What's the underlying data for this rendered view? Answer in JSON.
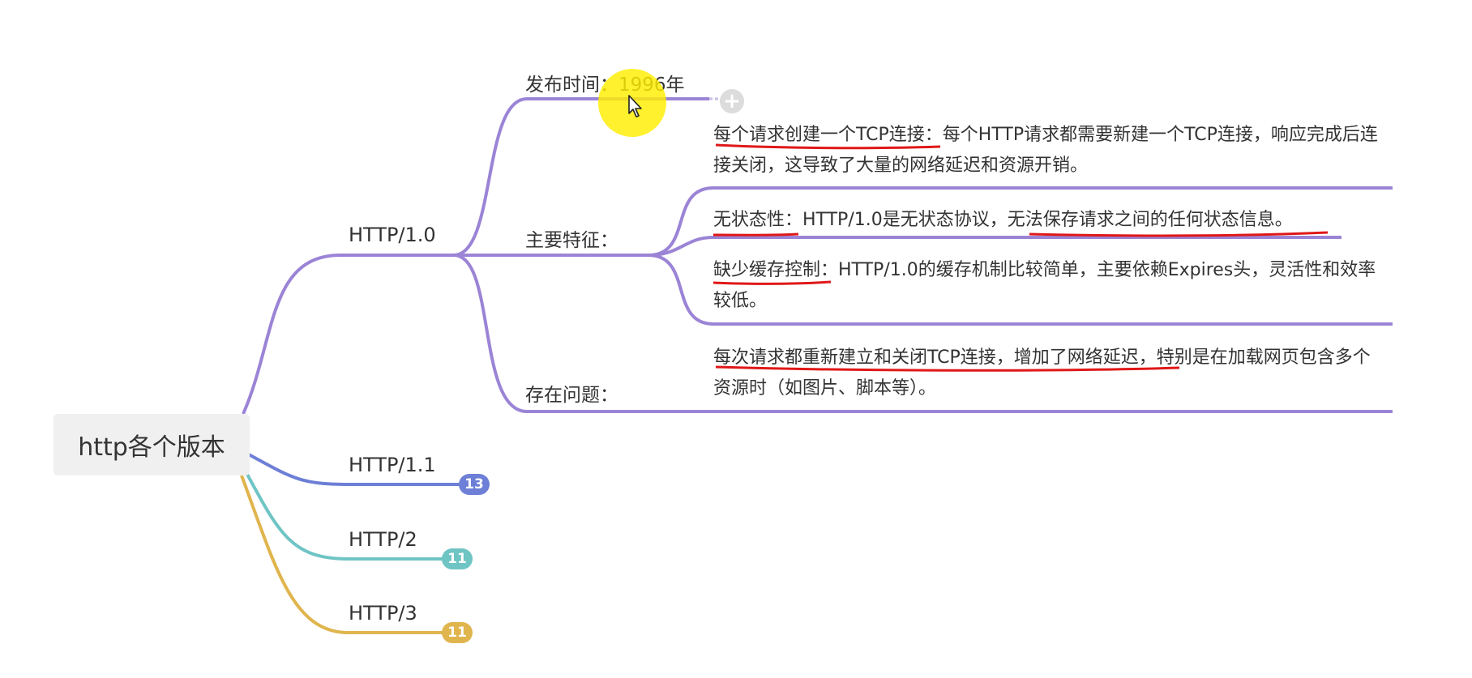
{
  "colors": {
    "http10": "#9b84d6",
    "http11": "#6d7fd6",
    "http2": "#6fc4c4",
    "http3": "#e0b54d",
    "underline": "#e01818",
    "root_bg": "#f0f0f0"
  },
  "root": {
    "label": "http各个版本"
  },
  "http10": {
    "label": "HTTP/1.0",
    "release": {
      "label": "发布时间：1996年"
    },
    "features": {
      "label": "主要特征：",
      "items": [
        {
          "highlight": "每个请求创建一个TCP连接",
          "text": "：每个HTTP请求都需要新建一个TCP连接，响应完成后连接关闭，这导致了大量的网络延迟和资源开销。"
        },
        {
          "highlight": "无状态性",
          "text": "：HTTP/1.0是无状态协议，",
          "highlight2": "无法保存请求之间的任何状态信息",
          "text2": "。"
        },
        {
          "highlight": "缺少缓存控制",
          "text": "：HTTP/1.0的缓存机制比较简单，主要依赖Expires头，灵活性和效率较低。"
        }
      ]
    },
    "problems": {
      "label": "存在问题：",
      "highlight": "每次请求都重新建立和关闭TCP连接，增加了网络延迟",
      "text": "，特别是在加载网页包含多个资源时（如图片、脚本等）。"
    }
  },
  "http11": {
    "label": "HTTP/1.1",
    "count": "13"
  },
  "http2": {
    "label": "HTTP/2",
    "count": "11"
  },
  "http3": {
    "label": "HTTP/3",
    "count": "11"
  },
  "icons": {
    "expand": "plus-icon",
    "cursor": "mouse-pointer-icon"
  }
}
